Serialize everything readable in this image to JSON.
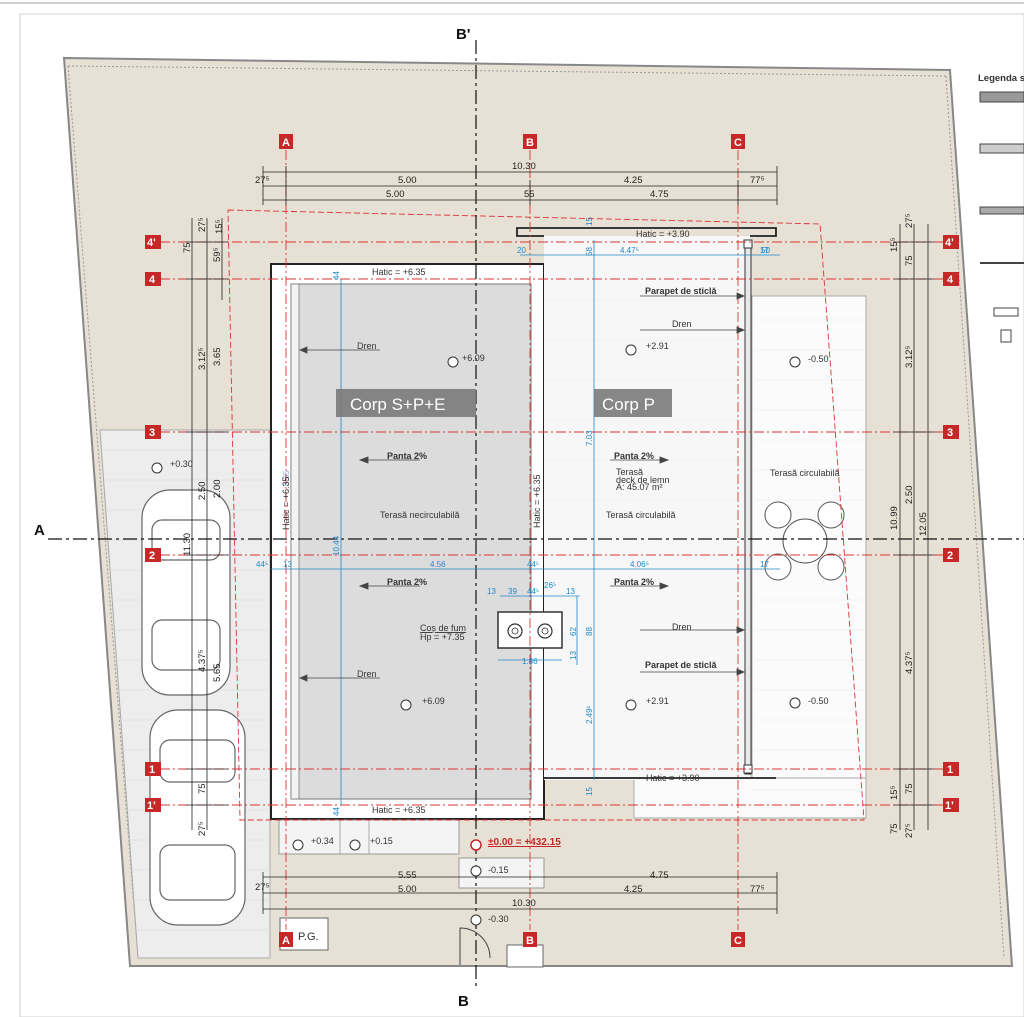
{
  "section_marks": {
    "b_top": "B'",
    "b_bottom": "B",
    "a_left": "A"
  },
  "axes": {
    "a": "A",
    "b": "B",
    "c": "C",
    "r1": "1",
    "r1p": "1'",
    "r2": "2",
    "r3": "3",
    "r4": "4",
    "r4p": "4'"
  },
  "labels": {
    "legend": "Legenda s",
    "corp_spe": "Corp S+P+E",
    "corp_p": "Corp P",
    "hatic_635": "Hatic = +6.35",
    "hatic_390": "Hatic = +3.90",
    "terasa_necirc": "Terasă necirculabilă",
    "terasa_circ": "Terasă circulabilă",
    "terasa_circ_right": "Terasă circulabilă",
    "terasa": "Terasă",
    "deck": "deck de lemn",
    "area": "A:   45.07 m²",
    "panta": "Panta 2%",
    "dren": "Dren",
    "parapet": "Parapet de sticlă",
    "cos_fum": "Coș de fum",
    "hp": "Hp = +7.35",
    "pg": "P.G.",
    "zero": "±0.00 = +432.15"
  },
  "levels": {
    "l609": "+6.09",
    "l291": "+2.91",
    "ln050": "-0.50",
    "l030": "+0.30",
    "l034": "+0.34",
    "l015": "+0.15",
    "ln015": "-0.15",
    "ln030": "-0.30"
  },
  "dims": {
    "d1030": "10.30",
    "d275": "27⁵",
    "d500": "5.00",
    "d425": "4.25",
    "d775": "77⁵",
    "d475": "4.75",
    "d55": "55",
    "d555": "5.55",
    "d75": "75",
    "d595": "59⁵",
    "d15": "15⁵",
    "d3125": "3.12⁵",
    "d365": "3.65",
    "d250": "2.50",
    "d200": "2.00",
    "d1130": "11.30",
    "d4375": "4.37⁵",
    "d565": "5.65",
    "d1099": "10.99",
    "d1205": "12.05"
  },
  "blue_dims": {
    "b44": "44",
    "b1044": "10.44",
    "b456": "4.56",
    "b445": "44⁵",
    "b4065": "4.06⁵",
    "b17": "17",
    "b4475": "4.47⁵",
    "b50": "50",
    "b58": "58",
    "b703": "7.03",
    "b2491": "2.49¹",
    "b13": "13",
    "b39": "39",
    "b265": "26⁵",
    "b62": "62",
    "b88": "88",
    "b186": "1.86",
    "b15": "15",
    "b615": "6.35",
    "b20": "20"
  }
}
